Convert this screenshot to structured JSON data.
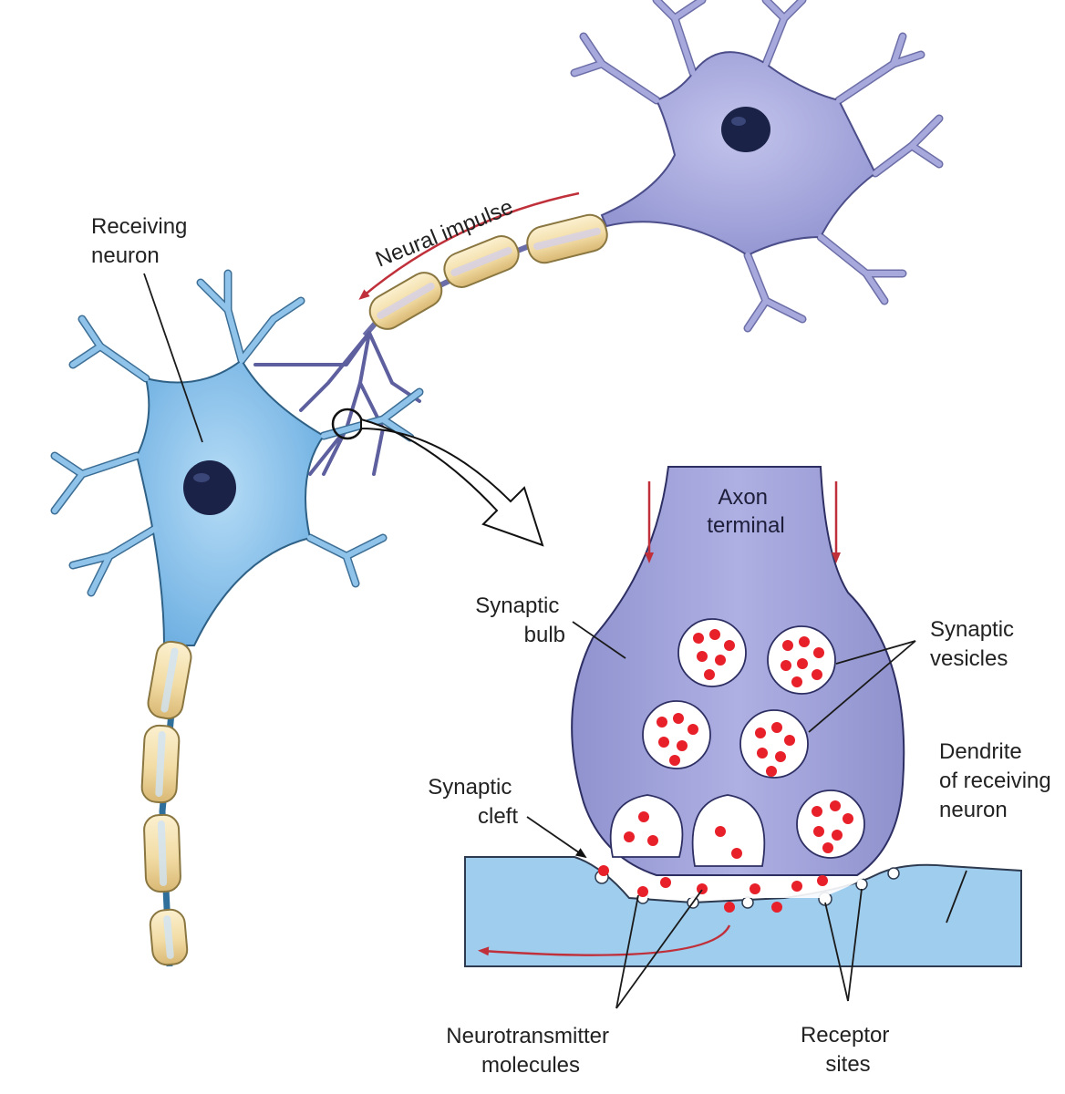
{
  "labels": {
    "receiving_neuron": [
      "Receiving",
      "neuron"
    ],
    "neural_impulse": "Neural impulse",
    "axon_terminal": [
      "Axon",
      "terminal"
    ],
    "synaptic_bulb": [
      "Synaptic",
      "bulb"
    ],
    "synaptic_vesicles": [
      "Synaptic",
      "vesicles"
    ],
    "dendrite_receiving": [
      "Dendrite",
      "of receiving",
      "neuron"
    ],
    "synaptic_cleft": [
      "Synaptic",
      "cleft"
    ],
    "neurotransmitter": [
      "Neurotransmitter",
      "molecules"
    ],
    "receptor_sites": [
      "Receptor",
      "sites"
    ]
  },
  "colors": {
    "sending_neuron": "#a6a8dc",
    "receiving_neuron": "#8fc3ea",
    "nucleus": "#1a2347",
    "myelin": "#f2dca5",
    "dendrite_membrane": "#9fcdee",
    "neurotransmitter": "#e8202a",
    "impulse_arrow": "#c0303a"
  }
}
